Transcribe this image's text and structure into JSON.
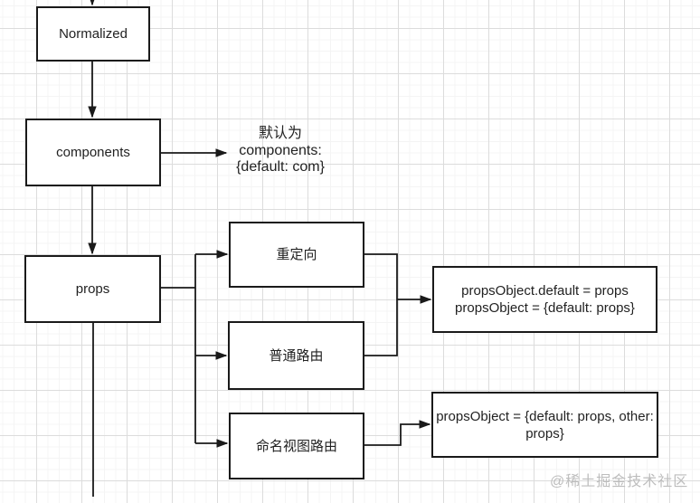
{
  "diagram": {
    "nodes": {
      "normalized": {
        "label": "Normalized"
      },
      "components": {
        "label": "components"
      },
      "props": {
        "label": "props"
      },
      "redirect": {
        "label": "重定向"
      },
      "normal_route": {
        "label": "普通路由"
      },
      "named_view_route": {
        "label": "命名视图路由"
      },
      "props_object_result": {
        "lines": [
          "propsObject.default = props",
          "propsObject = {default: props}"
        ]
      },
      "props_object_named": {
        "lines": [
          "propsObject = {default: props, other:",
          "props}"
        ]
      }
    },
    "annotation": {
      "lines": [
        "默认为",
        "components:",
        "{default: com}"
      ]
    },
    "colors": {
      "node_fill": "#ffffff",
      "node_border": "#1a1a1a",
      "arrow": "#1a1a1a",
      "text": "#222222",
      "grid_minor": "#f4f4f4",
      "grid_major": "#dcdcdc",
      "watermark": "#bdbdbd"
    }
  },
  "watermark": {
    "text": "@稀土掘金技术社区"
  }
}
